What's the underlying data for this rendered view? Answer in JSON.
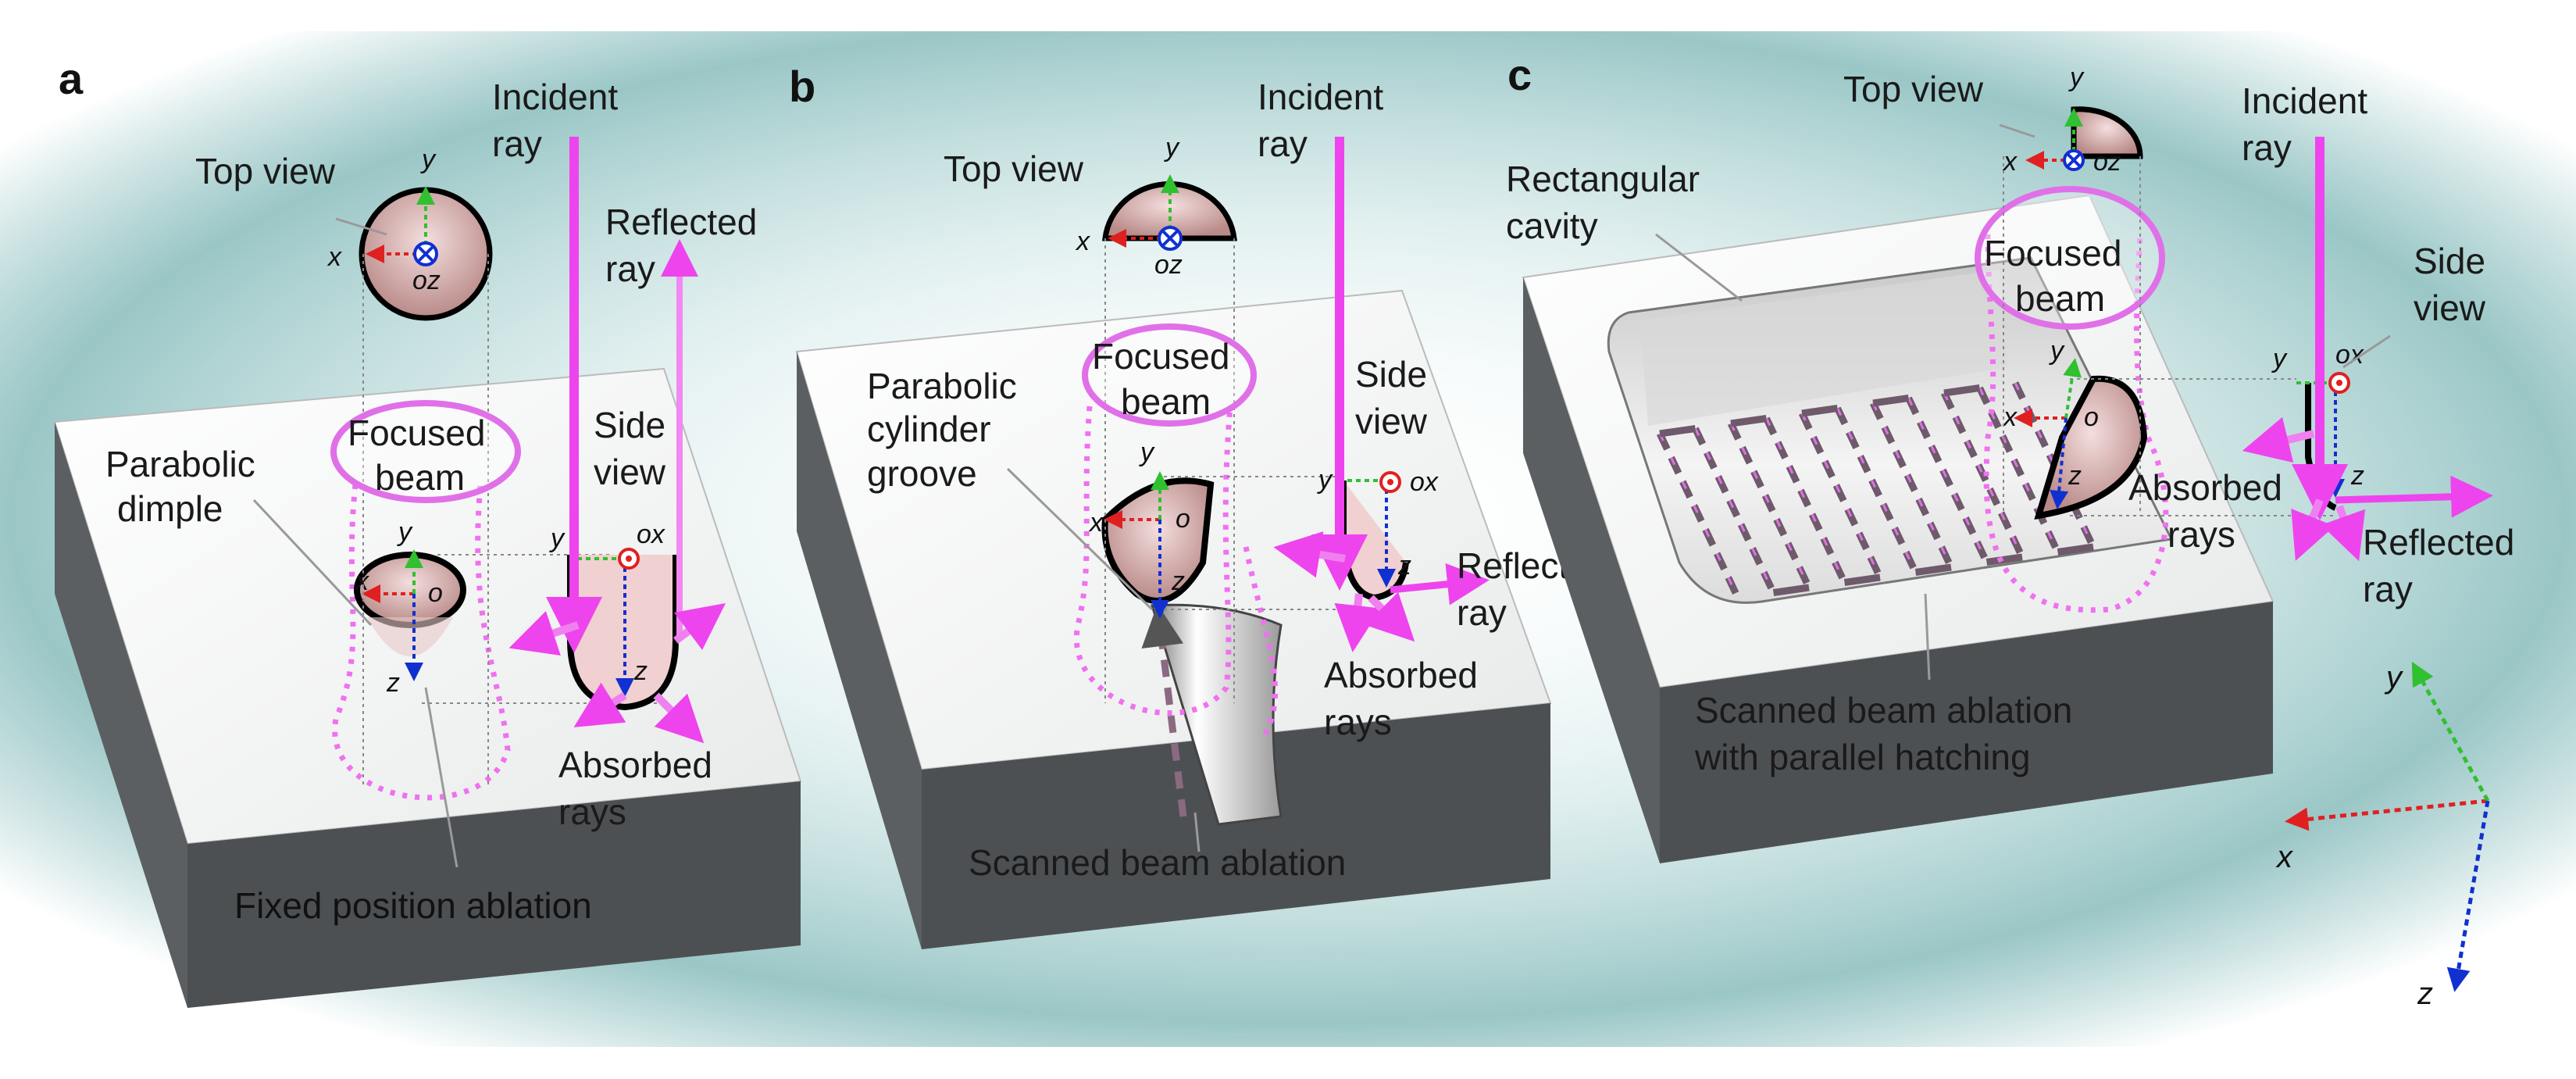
{
  "panels": [
    {
      "letter": "a",
      "incident": [
        "Incident",
        "ray"
      ],
      "reflected": [
        "Reflected",
        "ray"
      ],
      "top_view": "Top view",
      "focused": [
        "Focused",
        "beam"
      ],
      "feature": [
        "Parabolic",
        "dimple"
      ],
      "side_view": [
        "Side",
        "view"
      ],
      "absorbed": [
        "Absorbed",
        "rays"
      ],
      "caption": "Fixed position ablation"
    },
    {
      "letter": "b",
      "incident": [
        "Incident",
        "ray"
      ],
      "reflected": [
        "Reflected",
        "ray"
      ],
      "top_view": "Top view",
      "focused": [
        "Focused",
        "beam"
      ],
      "feature": [
        "Parabolic",
        "cylinder",
        "groove"
      ],
      "side_view": [
        "Side",
        "view"
      ],
      "absorbed": [
        "Absorbed",
        "rays"
      ],
      "caption": "Scanned beam ablation"
    },
    {
      "letter": "c",
      "incident": [
        "Incident",
        "ray"
      ],
      "reflected": [
        "Reflected",
        "ray"
      ],
      "top_view": "Top view",
      "focused": [
        "Focused",
        "beam"
      ],
      "feature": [
        "Rectangular",
        "cavity"
      ],
      "side_view": [
        "Side",
        "view"
      ],
      "absorbed": [
        "Absorbed",
        "rays"
      ],
      "caption": [
        "Scanned beam ablation",
        "with parallel hatching"
      ]
    }
  ],
  "axes": {
    "x": "x",
    "y": "y",
    "z": "z",
    "o": "o",
    "oz": "oz",
    "ox": "ox"
  },
  "colors": {
    "beam": "#ee44ee",
    "ellipse": "#e070e8",
    "block_top": "#ffffff",
    "block_side": "#5c5f62",
    "block_front": "#4d5053",
    "x_axis": "#e02020",
    "y_axis": "#30c030",
    "z_axis": "#1030d0",
    "bg_teal": "#9fc9c9"
  }
}
